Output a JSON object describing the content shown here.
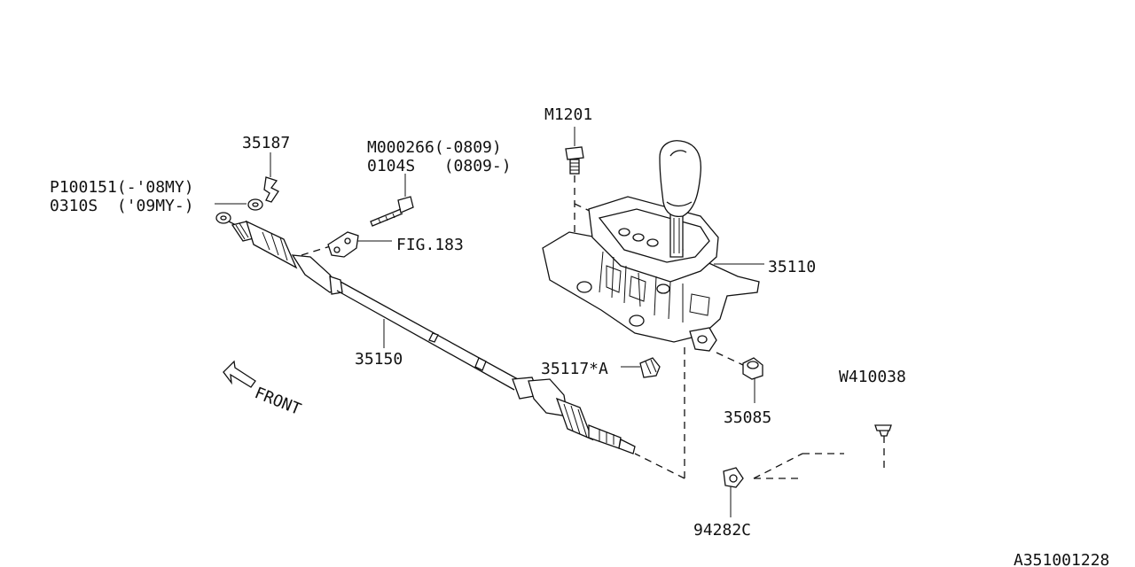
{
  "diagram": {
    "id": "A351001228",
    "direction_label": "FRONT",
    "callouts": {
      "p35187": "35187",
      "p100151": "P100151(-'08MY)",
      "p0310s": "0310S  ('09MY-)",
      "m000266": "M000266(-0809)",
      "p0104s": "0104S   (0809-)",
      "fig183": "FIG.183",
      "m1201": "M1201",
      "p35110": "35110",
      "p35150": "35150",
      "p35117": "35117*A",
      "p35085": "35085",
      "w410038": "W410038",
      "p94282c": "94282C"
    }
  }
}
